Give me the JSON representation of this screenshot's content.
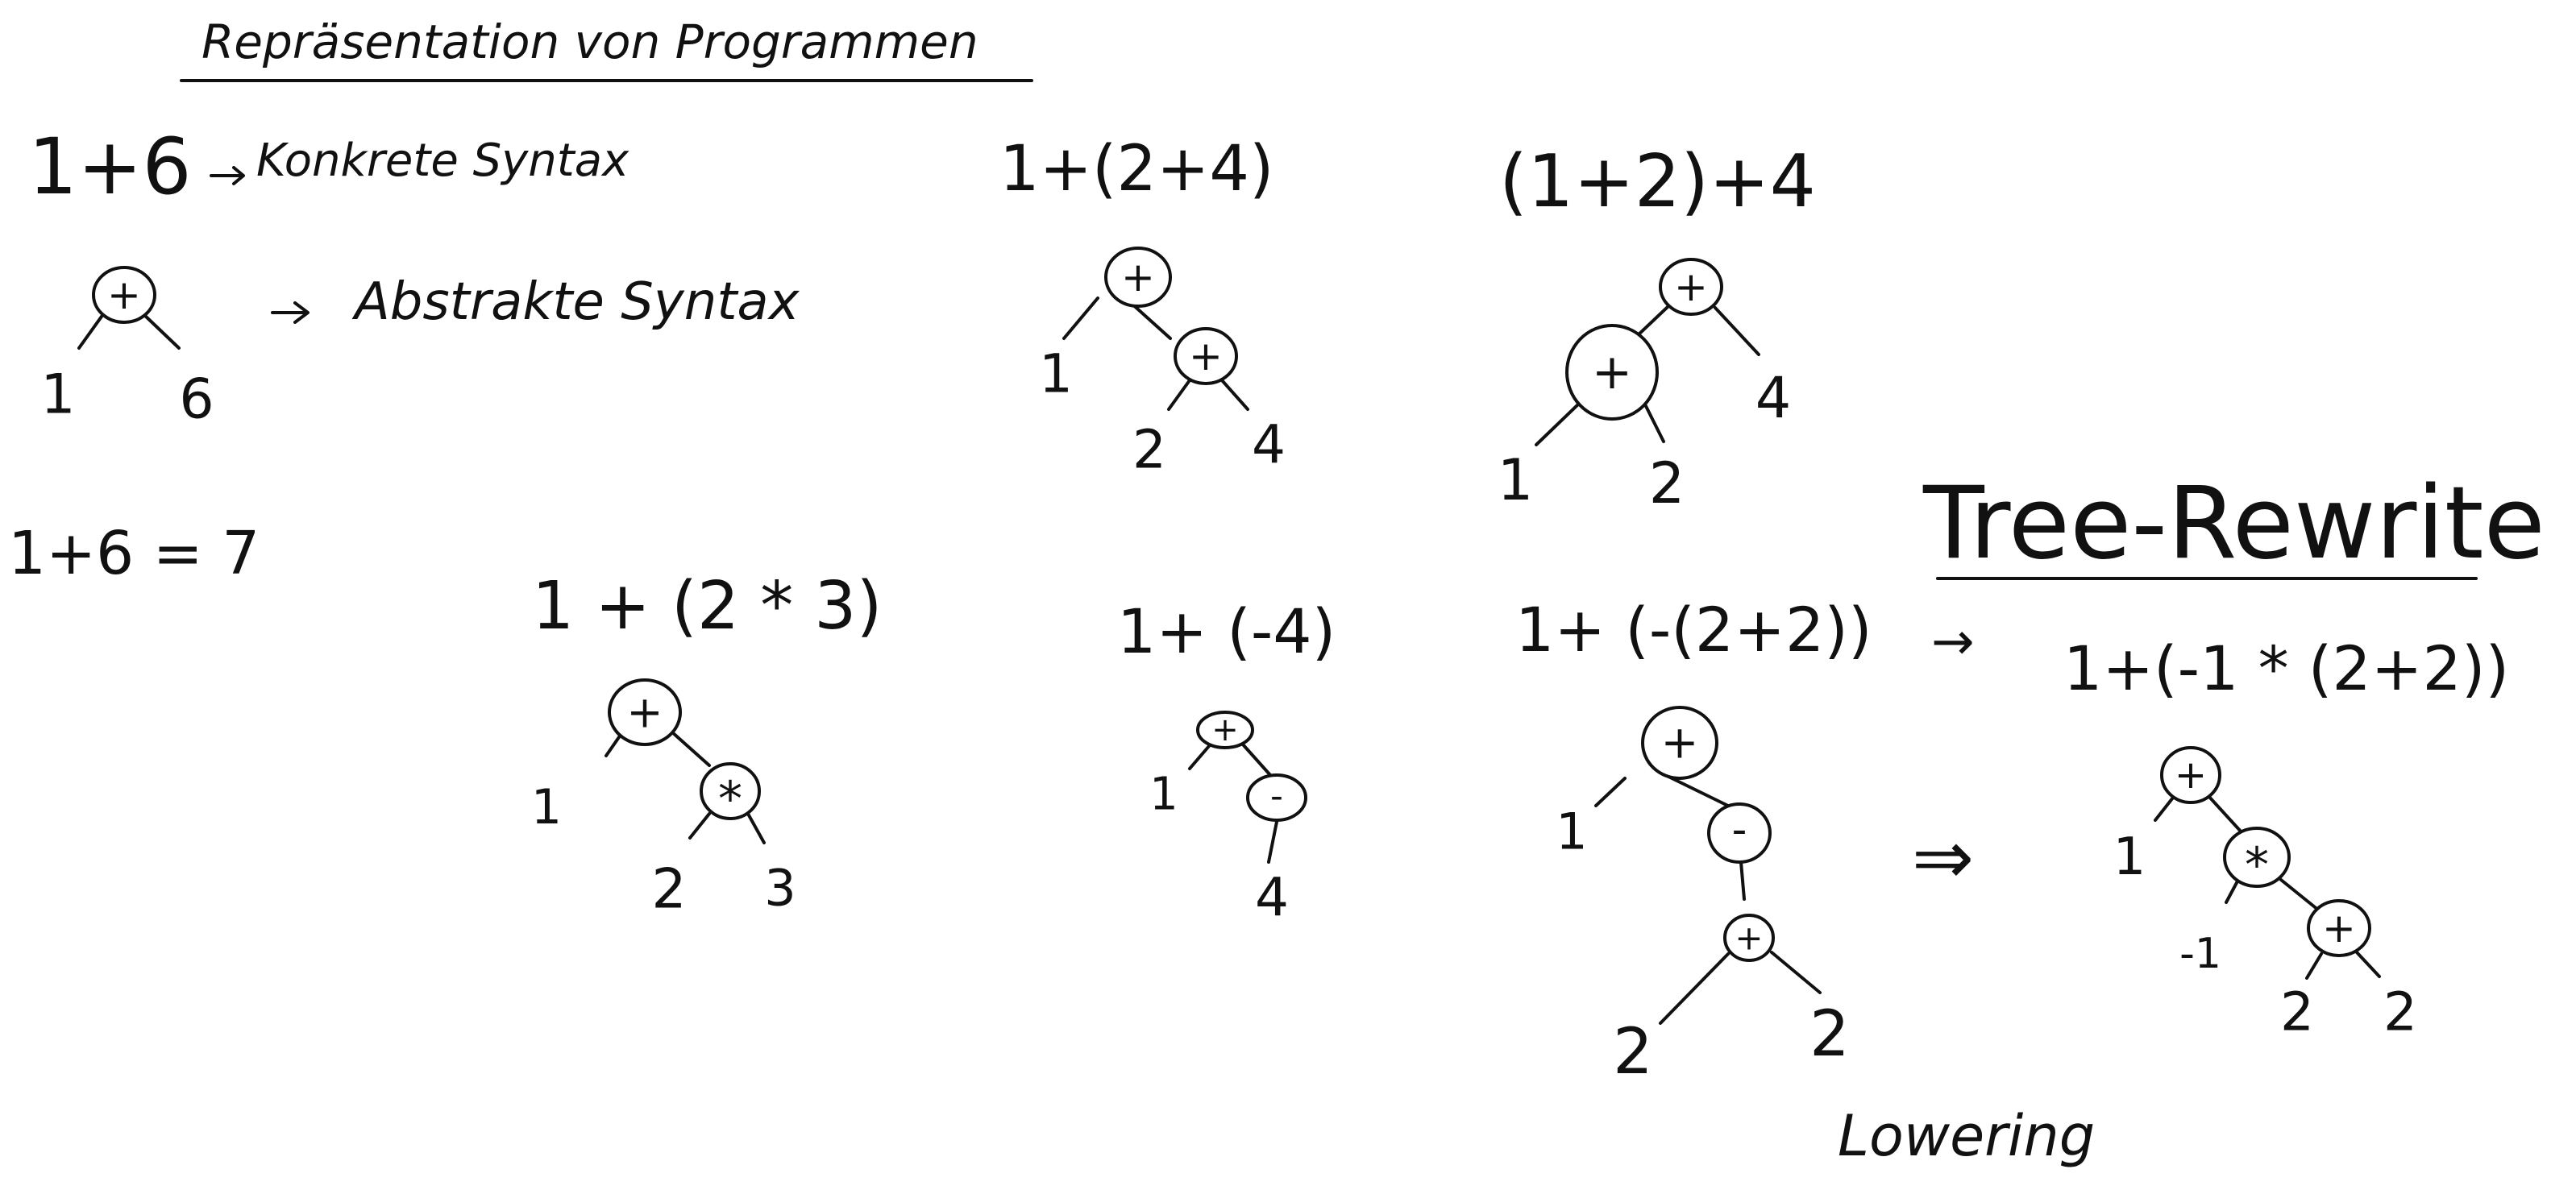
{
  "title": "Repräsentation von Programmen",
  "concrete": {
    "expr": "1+6",
    "label": "Konkrete Syntax"
  },
  "abstract": {
    "label": "Abstrakte Syntax"
  },
  "evaluation": "1+6 = 7",
  "heading_rewrite": "Tree-Rewrite",
  "lowering": "Lowering",
  "rewrite_arrow": "⇒",
  "expressions": {
    "e1": "1+(2+4)",
    "e2": "(1+2)+4",
    "e3": "1 + (2 * 3)",
    "e4": "1+ (-4)",
    "e5": "1+ (-(2+2))",
    "e6_arrow": "→",
    "e6": "1+(-1 * (2+2))"
  },
  "trees": {
    "t0": {
      "root": "+",
      "left": "1",
      "right": "6"
    },
    "t1": {
      "root": "+",
      "left": "1",
      "inner": "+",
      "inner_left": "2",
      "inner_right": "4"
    },
    "t2": {
      "root": "+",
      "inner": "+",
      "right": "4",
      "inner_left": "1",
      "inner_right": "2"
    },
    "t3": {
      "root": "+",
      "left": "1",
      "inner": "*",
      "inner_left": "2",
      "inner_right": "3"
    },
    "t4": {
      "root": "+",
      "left": "1",
      "neg": "-",
      "leaf": "4"
    },
    "t5": {
      "root": "+",
      "left": "1",
      "neg": "-",
      "inner": "+",
      "inner_left": "2",
      "inner_right": "2"
    },
    "t6": {
      "root": "+",
      "left": "1",
      "mul": "*",
      "mul_left": "-1",
      "inner": "+",
      "inner_left": "2",
      "inner_right": "2"
    }
  }
}
